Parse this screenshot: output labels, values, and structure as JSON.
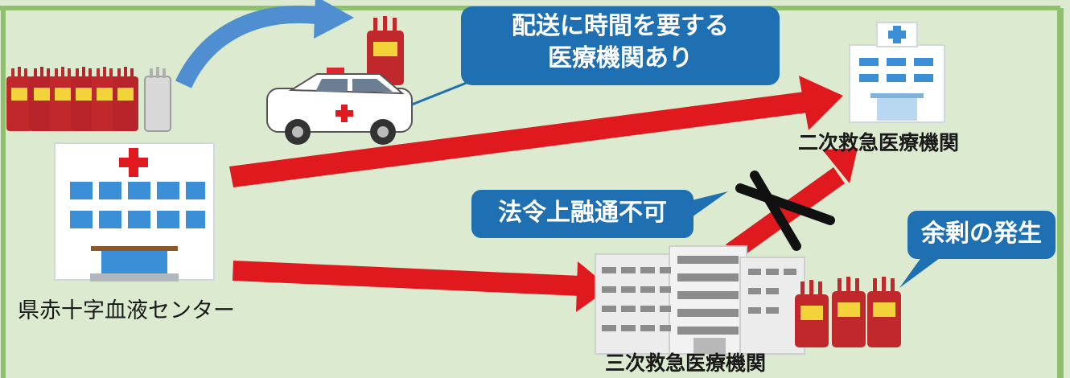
{
  "colors": {
    "background": "#dcebd0",
    "border": "#8fc06d",
    "callout": "#1f6fb3",
    "arrow_red": "#e0191e",
    "curve_arrow": "#4f8fd1",
    "blood_bag": "#c0282b",
    "hospital_blue": "#3b8fd6",
    "building_gray": "#9a9a9a"
  },
  "callouts": {
    "delivery_line1": "配送に時間を要する",
    "delivery_line2": "医療機関あり",
    "legal": "法令上融通不可",
    "surplus": "余剰の発生"
  },
  "labels": {
    "blood_center": "県赤十字血液センター",
    "secondary": "二次救急医療機関",
    "tertiary": "三次救急医療機関"
  },
  "icons": [
    "blood-bag-icon",
    "ambulance-car-icon",
    "hospital-icon",
    "building-icon",
    "cross-mark-icon"
  ]
}
